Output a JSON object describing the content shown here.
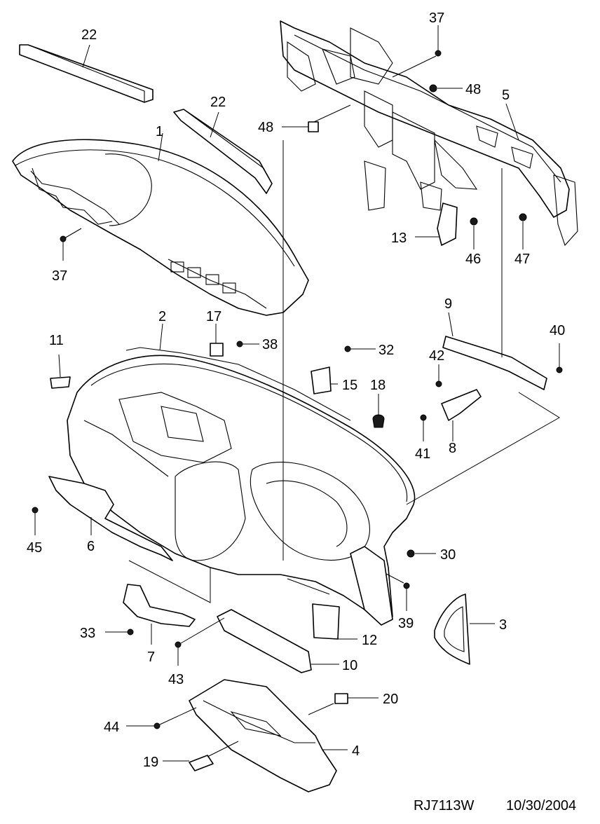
{
  "callouts": {
    "c22a": "22",
    "c22b": "22",
    "c1": "1",
    "c37a": "37",
    "c37b": "37",
    "c48a": "48",
    "c48b": "48",
    "c5": "5",
    "c13": "13",
    "c46": "46",
    "c47": "47",
    "c2": "2",
    "c17": "17",
    "c38": "38",
    "c32": "32",
    "c11": "11",
    "c15": "15",
    "c18": "18",
    "c9": "9",
    "c40": "40",
    "c42": "42",
    "c41": "41",
    "c8": "8",
    "c45": "45",
    "c6": "6",
    "c30": "30",
    "c39": "39",
    "c3": "3",
    "c33": "33",
    "c7": "7",
    "c12": "12",
    "c43": "43",
    "c10": "10",
    "c20": "20",
    "c44": "44",
    "c4": "4",
    "c19": "19"
  },
  "footer": {
    "code": "RJ7113W",
    "date": "10/30/2004"
  },
  "colors": {
    "line": "#000000",
    "background": "#ffffff"
  }
}
